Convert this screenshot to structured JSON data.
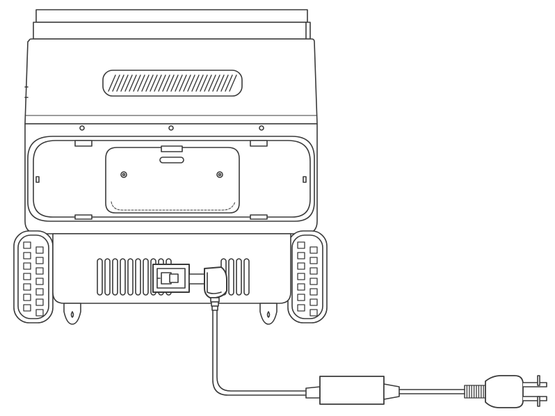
{
  "diagram": {
    "subject": "robot-mower-rear-view-with-charger",
    "stroke_color": "#3a3a3a",
    "fill_color": "#ffffff",
    "parts": [
      {
        "id": "top-lid",
        "icon": "lid-outline"
      },
      {
        "id": "body-shell",
        "icon": "housing-outline"
      },
      {
        "id": "vent-grille",
        "icon": "slotted-grille"
      },
      {
        "id": "rear-panel",
        "icon": "access-panel"
      },
      {
        "id": "left-wheel",
        "icon": "treaded-wheel"
      },
      {
        "id": "right-wheel",
        "icon": "treaded-wheel"
      },
      {
        "id": "lower-vents",
        "icon": "vertical-slots"
      },
      {
        "id": "power-port",
        "icon": "dc-socket"
      },
      {
        "id": "dc-plug",
        "icon": "right-angle-plug"
      },
      {
        "id": "power-adapter",
        "icon": "adapter-brick"
      },
      {
        "id": "ac-plug",
        "icon": "two-prong-plug"
      }
    ]
  }
}
